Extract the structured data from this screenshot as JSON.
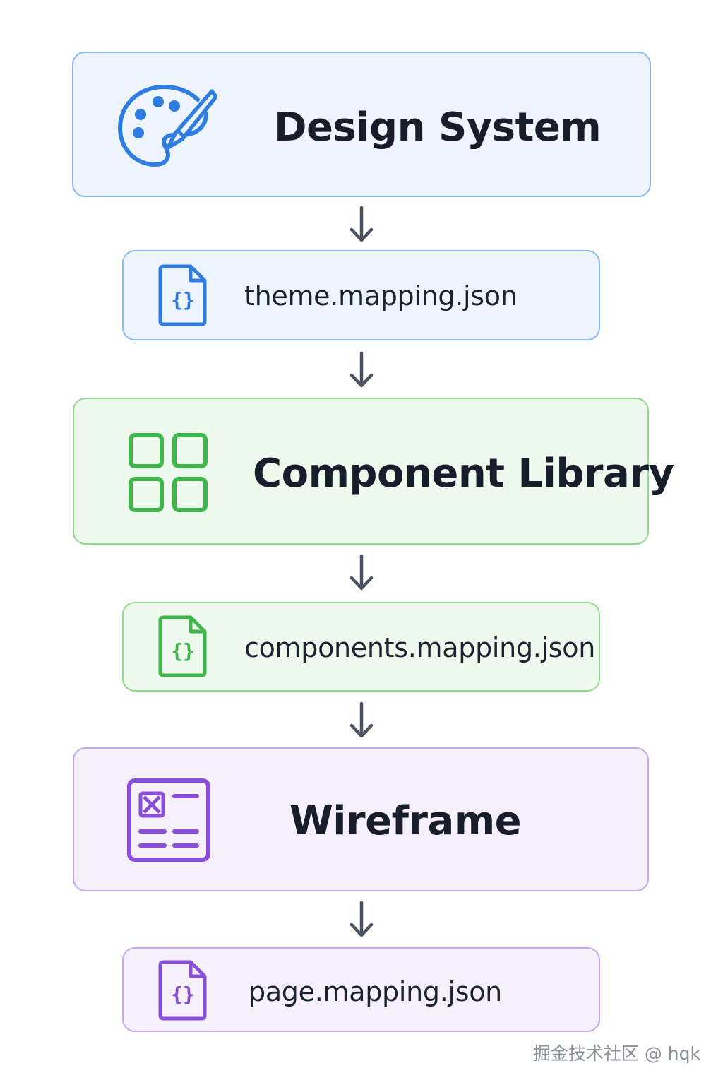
{
  "steps": [
    {
      "title": "Design System",
      "icon": "palette-icon",
      "color": "#2f7de1"
    },
    {
      "file": "theme.mapping.json",
      "icon": "json-file-icon",
      "color": "#2f7de1"
    },
    {
      "title": "Component Library",
      "icon": "grid-icon",
      "color": "#3fb54a"
    },
    {
      "file": "components.mapping.json",
      "icon": "json-file-icon",
      "color": "#3fb54a"
    },
    {
      "title": "Wireframe",
      "icon": "wireframe-icon",
      "color": "#8a4fd8"
    },
    {
      "file": "page.mapping.json",
      "icon": "json-file-icon",
      "color": "#8a4fd8"
    }
  ],
  "connector_icon": "arrow-down-icon",
  "watermark": "掘金技术社区 @ hqk"
}
